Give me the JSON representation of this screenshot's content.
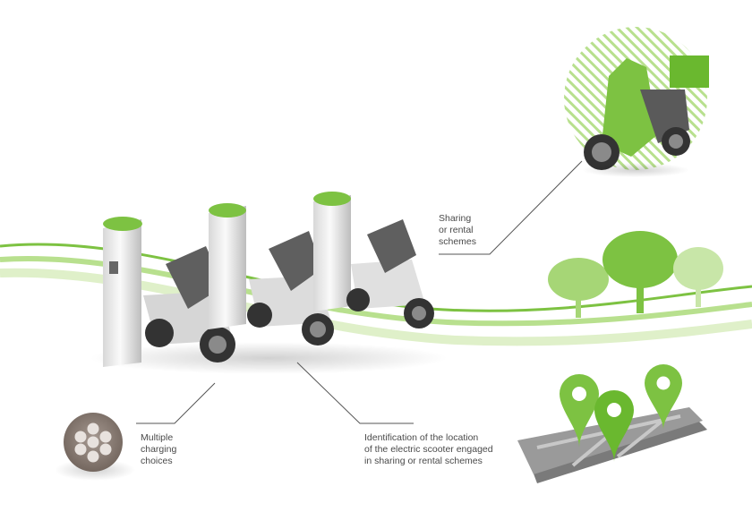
{
  "labels": {
    "sharing": [
      "Sharing",
      "or rental",
      "schemes"
    ],
    "charging": [
      "Multiple",
      "charging",
      "choices"
    ],
    "location": [
      "Identification of the location",
      "of the electric scooter engaged",
      "in sharing or rental schemes"
    ]
  },
  "colors": {
    "green": "#7dc242",
    "green_light": "#b8e08e",
    "green_pale": "#dff0c9",
    "scooter_grey": "#6e6e6e",
    "map_grey": "#8a8a8a",
    "line": "#555555"
  },
  "icons": [
    "charging-station-icon",
    "scooter-icon",
    "delivery-scooter-icon",
    "tree-icon",
    "map-pin-icon",
    "charging-connector-icon"
  ]
}
